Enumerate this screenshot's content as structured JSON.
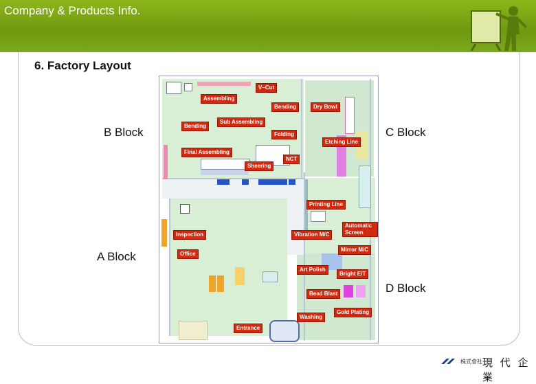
{
  "header": {
    "title": "Company & Products Info."
  },
  "section": {
    "title": "6.  Factory Layout"
  },
  "blocks": {
    "b": "B Block",
    "c": "C Block",
    "a": "A Block",
    "d": "D Block"
  },
  "tags": {
    "vcut": "V–Cut",
    "assembling": "Assembling",
    "bending_top": "Bending",
    "dry_bowl": "Dry Bowl",
    "bending_left": "Bending",
    "sub_assembling": "Sub Assembling",
    "folding": "Folding",
    "etching_line": "Etching Line",
    "final_assembling": "Final Assembling",
    "sheering": "Sheering",
    "nct": "NCT",
    "printing_line": "Printing Line",
    "automatic_screen": "Automatic Screen",
    "inspection": "Inspection",
    "vibration": "Vibration M/C",
    "mirror": "Mirror M/C",
    "office": "Office",
    "art_polish": "Art Polish",
    "bright_et": "Bright E/T",
    "bead_blast": "Bead Blast",
    "gold_plating": "Gold Plating",
    "washing": "Washing",
    "entrance": "Entrance"
  },
  "logo": {
    "small": "株式會社",
    "big": "現 代 企 業"
  },
  "colors": {
    "header": "#7ba81c",
    "tag": "#cf2a10",
    "floor": "#d8efd6"
  }
}
